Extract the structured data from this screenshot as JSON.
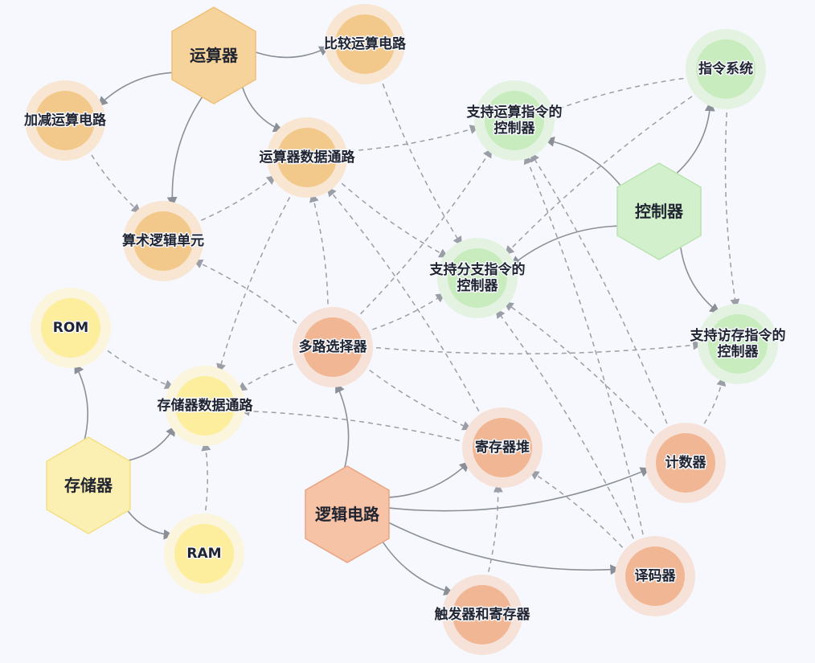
{
  "colors": {
    "background": "#f6f8fd",
    "orange": {
      "hex": "#f7d39c",
      "stroke": "#efc079",
      "halo": "#f8e6d2",
      "inner": "#f3c98b"
    },
    "yellow": {
      "hex": "#fbefb1",
      "stroke": "#f3df86",
      "halo": "#fbf5dd",
      "inner": "#fcee9c"
    },
    "green": {
      "hex": "#d3f0cc",
      "stroke": "#b9e3b0",
      "halo": "#e4f3e1",
      "inner": "#c9ecbf"
    },
    "salmon": {
      "hex": "#f7c3a6",
      "stroke": "#eaa481",
      "halo": "#f6e2d9",
      "inner": "#f1b794"
    }
  },
  "nodes": [
    {
      "id": "yunsuanqi",
      "label": "运算器",
      "shape": "hexagon",
      "color": "orange"
    },
    {
      "id": "bijiao",
      "label": "比较运算电路",
      "shape": "circle",
      "color": "orange"
    },
    {
      "id": "jiajian",
      "label": "加减运算电路",
      "shape": "circle",
      "color": "orange"
    },
    {
      "id": "ysqsjtl",
      "label": "运算器数据通路",
      "shape": "circle",
      "color": "orange"
    },
    {
      "id": "suanshu",
      "label": "算术逻辑单元",
      "shape": "circle",
      "color": "orange"
    },
    {
      "id": "zhiling",
      "label": "指令系统",
      "shape": "circle",
      "color": "green"
    },
    {
      "id": "zcys",
      "label": "支持运算指令的\n控制器",
      "shape": "circle",
      "color": "green"
    },
    {
      "id": "kongzhiqi",
      "label": "控制器",
      "shape": "hexagon",
      "color": "green"
    },
    {
      "id": "zcfz",
      "label": "支持分支指令的\n控制器",
      "shape": "circle",
      "color": "green"
    },
    {
      "id": "zcfc",
      "label": "支持访存指令的\n控制器",
      "shape": "circle",
      "color": "green"
    },
    {
      "id": "rom",
      "label": "ROM",
      "shape": "circle",
      "color": "yellow"
    },
    {
      "id": "ccqsjtl",
      "label": "存储器数据通路",
      "shape": "circle",
      "color": "yellow"
    },
    {
      "id": "cunchuqi",
      "label": "存储器",
      "shape": "hexagon",
      "color": "yellow"
    },
    {
      "id": "ram",
      "label": "RAM",
      "shape": "circle",
      "color": "yellow"
    },
    {
      "id": "duolu",
      "label": "多路选择器",
      "shape": "circle",
      "color": "salmon"
    },
    {
      "id": "jicunqidui",
      "label": "寄存器堆",
      "shape": "circle",
      "color": "salmon"
    },
    {
      "id": "jishuqi",
      "label": "计数器",
      "shape": "circle",
      "color": "salmon"
    },
    {
      "id": "luoji",
      "label": "逻辑电路",
      "shape": "hexagon",
      "color": "salmon"
    },
    {
      "id": "yimaqi",
      "label": "译码器",
      "shape": "circle",
      "color": "salmon"
    },
    {
      "id": "chufa",
      "label": "触发器和寄存器",
      "shape": "circle",
      "color": "salmon"
    }
  ],
  "edges": [
    {
      "from": "yunsuanqi",
      "to": "bijiao",
      "style": "solid"
    },
    {
      "from": "yunsuanqi",
      "to": "jiajian",
      "style": "solid"
    },
    {
      "from": "yunsuanqi",
      "to": "ysqsjtl",
      "style": "solid"
    },
    {
      "from": "yunsuanqi",
      "to": "suanshu",
      "style": "solid"
    },
    {
      "from": "kongzhiqi",
      "to": "zhiling",
      "style": "solid"
    },
    {
      "from": "kongzhiqi",
      "to": "zcys",
      "style": "solid"
    },
    {
      "from": "kongzhiqi",
      "to": "zcfz",
      "style": "solid"
    },
    {
      "from": "kongzhiqi",
      "to": "zcfc",
      "style": "solid"
    },
    {
      "from": "cunchuqi",
      "to": "rom",
      "style": "solid"
    },
    {
      "from": "cunchuqi",
      "to": "ccqsjtl",
      "style": "solid"
    },
    {
      "from": "cunchuqi",
      "to": "ram",
      "style": "solid"
    },
    {
      "from": "luoji",
      "to": "duolu",
      "style": "solid"
    },
    {
      "from": "luoji",
      "to": "jicunqidui",
      "style": "solid"
    },
    {
      "from": "luoji",
      "to": "jishuqi",
      "style": "solid"
    },
    {
      "from": "luoji",
      "to": "yimaqi",
      "style": "solid"
    },
    {
      "from": "luoji",
      "to": "chufa",
      "style": "solid"
    },
    {
      "from": "jiajian",
      "to": "suanshu",
      "style": "dashed"
    },
    {
      "from": "suanshu",
      "to": "ysqsjtl",
      "style": "dashed"
    },
    {
      "from": "ysqsjtl",
      "to": "zcys",
      "style": "dashed"
    },
    {
      "from": "ysqsjtl",
      "to": "zcfz",
      "style": "dashed"
    },
    {
      "from": "ysqsjtl",
      "to": "ccqsjtl",
      "style": "dashed"
    },
    {
      "from": "bijiao",
      "to": "zcfz",
      "style": "dashed"
    },
    {
      "from": "zhiling",
      "to": "zcys",
      "style": "dashed"
    },
    {
      "from": "zhiling",
      "to": "zcfz",
      "style": "dashed"
    },
    {
      "from": "zhiling",
      "to": "zcfc",
      "style": "dashed"
    },
    {
      "from": "rom",
      "to": "ccqsjtl",
      "style": "dashed"
    },
    {
      "from": "ram",
      "to": "ccqsjtl",
      "style": "dashed"
    },
    {
      "from": "duolu",
      "to": "suanshu",
      "style": "dashed"
    },
    {
      "from": "duolu",
      "to": "ysqsjtl",
      "style": "dashed"
    },
    {
      "from": "duolu",
      "to": "ccqsjtl",
      "style": "dashed"
    },
    {
      "from": "duolu",
      "to": "zcys",
      "style": "dashed"
    },
    {
      "from": "duolu",
      "to": "zcfz",
      "style": "dashed"
    },
    {
      "from": "duolu",
      "to": "zcfc",
      "style": "dashed"
    },
    {
      "from": "duolu",
      "to": "jicunqidui",
      "style": "dashed"
    },
    {
      "from": "jicunqidui",
      "to": "ysqsjtl",
      "style": "dashed"
    },
    {
      "from": "jicunqidui",
      "to": "ccqsjtl",
      "style": "dashed"
    },
    {
      "from": "jishuqi",
      "to": "zcys",
      "style": "dashed"
    },
    {
      "from": "jishuqi",
      "to": "zcfz",
      "style": "dashed"
    },
    {
      "from": "jishuqi",
      "to": "zcfc",
      "style": "dashed"
    },
    {
      "from": "yimaqi",
      "to": "zcys",
      "style": "dashed"
    },
    {
      "from": "yimaqi",
      "to": "zcfz",
      "style": "dashed"
    },
    {
      "from": "yimaqi",
      "to": "jicunqidui",
      "style": "dashed"
    },
    {
      "from": "chufa",
      "to": "jicunqidui",
      "style": "dashed"
    }
  ]
}
